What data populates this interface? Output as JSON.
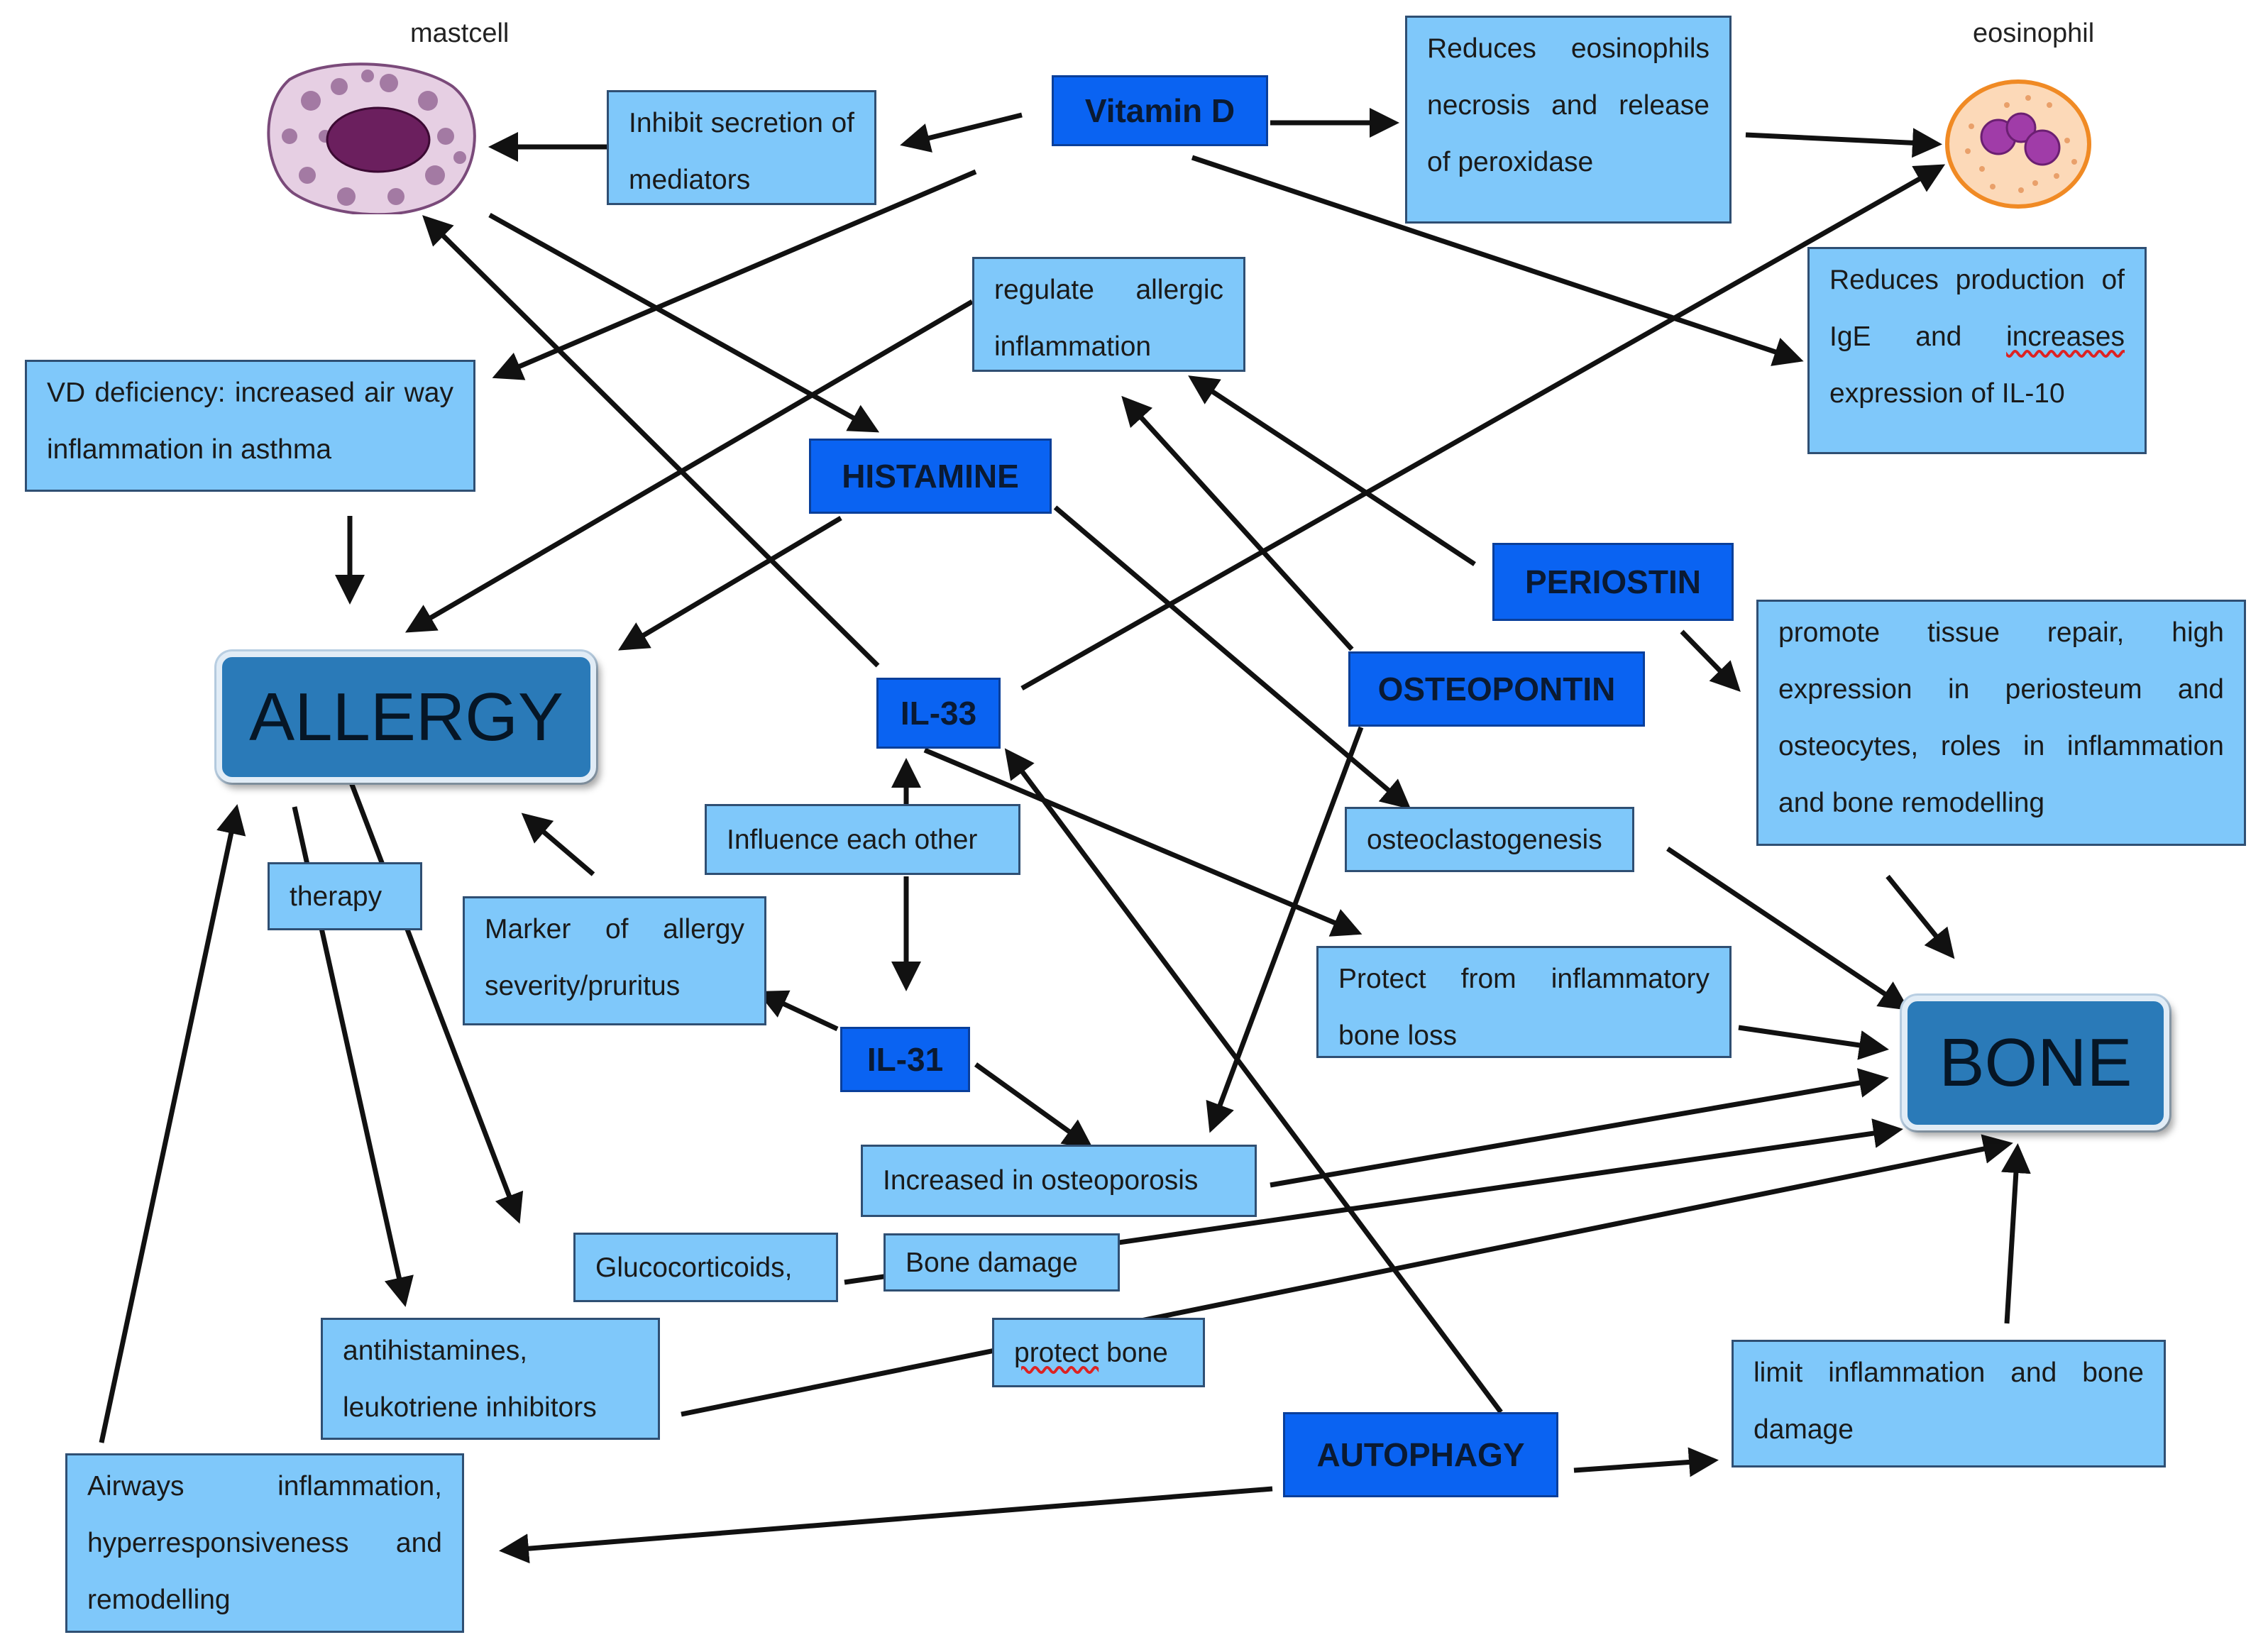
{
  "cells": {
    "mastcell_caption": "mastcell",
    "eosinophil_caption": "eosinophil"
  },
  "nodes": {
    "vitamin_d": "Vitamin D",
    "histamine": "HISTAMINE",
    "periostin": "PERIOSTIN",
    "osteopontin": "OSTEOPONTIN",
    "il33": "IL-33",
    "il31": "IL-31",
    "autophagy": "AUTOPHAGY",
    "allergy": "ALLERGY",
    "bone": "BONE"
  },
  "notes": {
    "inhibit_secretion": "Inhibit secretion of mediators",
    "reduces_eosinophils": "Reduces eosinophils necrosis and release of peroxidase",
    "reduces_ige_1": "Reduces production of IgE and",
    "reduces_ige_2": "increases",
    "reduces_ige_3": "expression of IL-10",
    "regulate_allergic": "regulate allergic inflammation",
    "vd_deficiency": "VD deficiency: increased air way inflammation in asthma",
    "promote_tissue": "promote tissue repair, high expression in periosteum and osteocytes, roles in inflammation and bone remodelling",
    "influence_each_other": "Influence each other",
    "osteoclastogenesis": "osteoclastogenesis",
    "therapy": "therapy",
    "marker_allergy": "Marker of allergy severity/pruritus",
    "protect_inflammatory": "Protect from inflammatory bone loss",
    "increased_osteoporosis": "Increased in osteoporosis",
    "glucocorticoids": "Glucocorticoids,",
    "bone_damage": "Bone damage",
    "antihistamines": "antihistamines, leukotriene inhibitors",
    "protect_bone_1": "protect",
    "protect_bone_2": " bone",
    "limit_inflammation": "limit inflammation and bone damage",
    "airways": "Airways inflammation, hyperresponsiveness and remodelling"
  },
  "colors": {
    "note_fill": "#7fc8fa",
    "key_fill": "#0a63f2",
    "big_fill": "#2a7ab8",
    "arrow": "#111111"
  }
}
